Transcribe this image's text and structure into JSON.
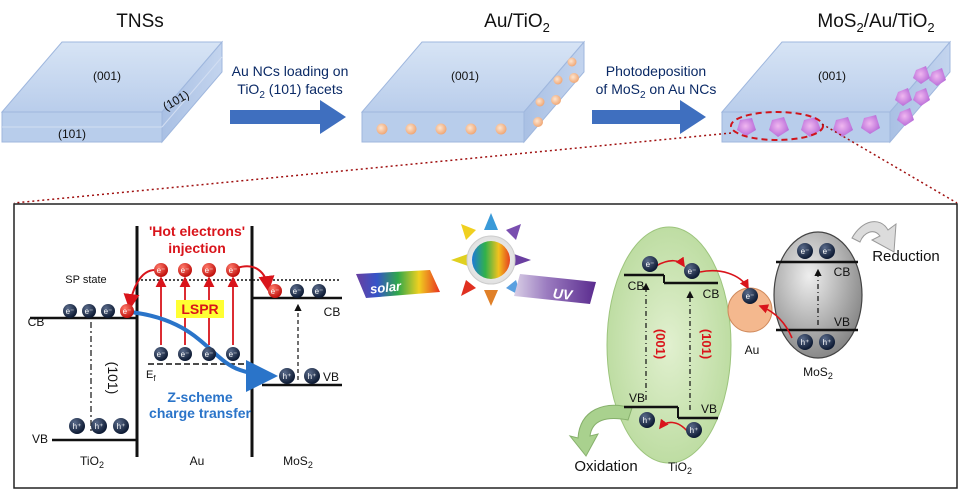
{
  "top": {
    "panel1": {
      "title": "TNSs",
      "facet_top": "(001)",
      "facet_side": "(101)",
      "facet_front": "(101)"
    },
    "arrow1": {
      "line1": "Au NCs loading on",
      "line2_pre": "TiO",
      "line2_sub": "2",
      "line2_post": " (101) facets"
    },
    "panel2": {
      "title_pre": "Au/TiO",
      "title_sub": "2",
      "facet_top": "(001)"
    },
    "arrow2": {
      "line1": "Photodeposition",
      "line2_pre": "of MoS",
      "line2_sub": "2",
      "line2_post": " on Au NCs"
    },
    "panel3": {
      "title_a": "MoS",
      "title_a_sub": "2",
      "title_b": "/Au/TiO",
      "title_b_sub": "2",
      "facet_top": "(001)"
    }
  },
  "left_diagram": {
    "hot_electrons_line1": "'Hot electrons'",
    "hot_electrons_line2": "injection",
    "sp_state": "SP state",
    "lspr": "LSPR",
    "cb_left": "CB",
    "cb_right": "CB",
    "vb_left": "VB",
    "vb_right": "VB",
    "ef": "E",
    "ef_sub": "f",
    "facet": "(101)",
    "zscheme_line1": "Z-scheme",
    "zscheme_line2": "charge transfer",
    "label_tio2": "TiO",
    "label_tio2_sub": "2",
    "label_au": "Au",
    "label_mos2": "MoS",
    "label_mos2_sub": "2",
    "electron": "e",
    "hole": "h"
  },
  "light": {
    "solar": "solar",
    "uv": "UV"
  },
  "right_diagram": {
    "cb_left": "CB",
    "cb_right": "CB",
    "vb_left": "VB",
    "vb_right": "VB",
    "facet_001": "(001)",
    "facet_101": "(101)",
    "au": "Au",
    "mos2_cb": "CB",
    "mos2_vb": "VB",
    "mos2": "MoS",
    "mos2_sub": "2",
    "reduction": "Reduction",
    "oxidation": "Oxidation",
    "tio2": "TiO",
    "tio2_sub": "2"
  },
  "colors": {
    "slab_top": "#c7d8f0",
    "slab_side": "#a9c2e6",
    "arrow_blue": "#3f6fbf",
    "hot_red": "#d9141b",
    "zscheme_blue": "#2a74c9",
    "green_ellipse": "#c9e3b0",
    "au_orange": "#f4b88e",
    "mos2_gray": "#8c8c8c"
  }
}
